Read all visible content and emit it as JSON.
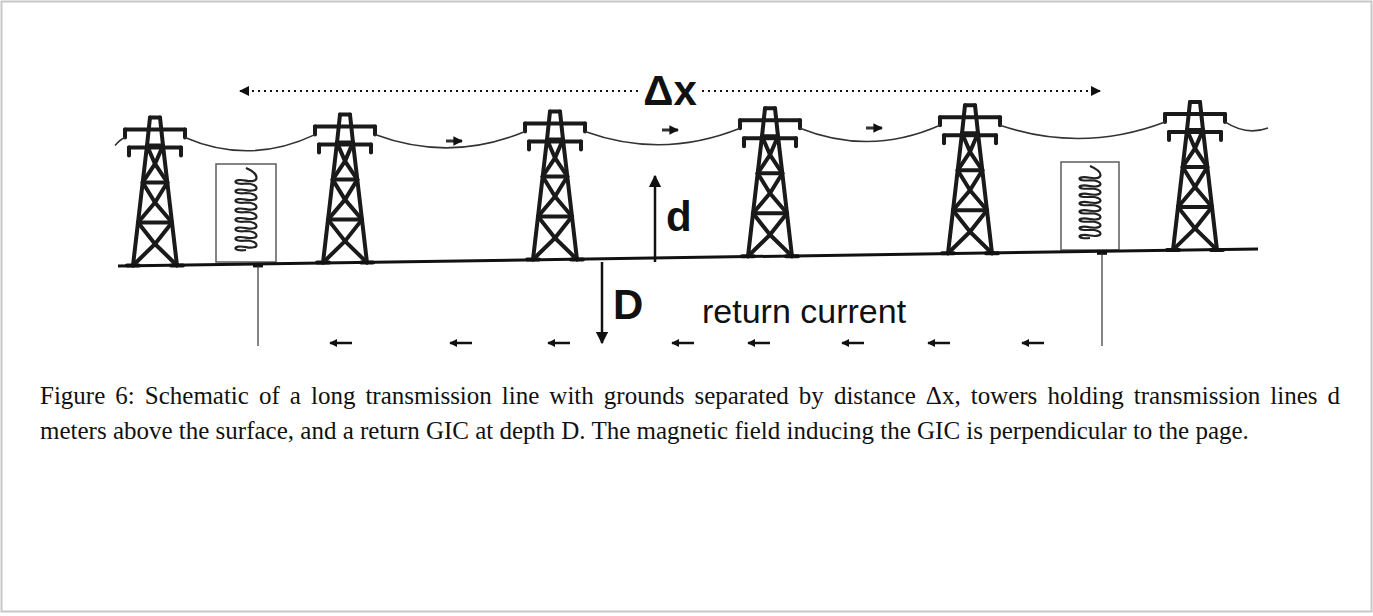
{
  "diagram": {
    "caption": "Figure 6: Schematic of a long transmission line with grounds separated by distance Δx, towers holding transmission lines d meters above the surface, and a return GIC at depth D. The magnetic field inducing the GIC is perpendicular to the page.",
    "labels": [
      "Δx",
      "d",
      "D",
      "return current"
    ]
  }
}
